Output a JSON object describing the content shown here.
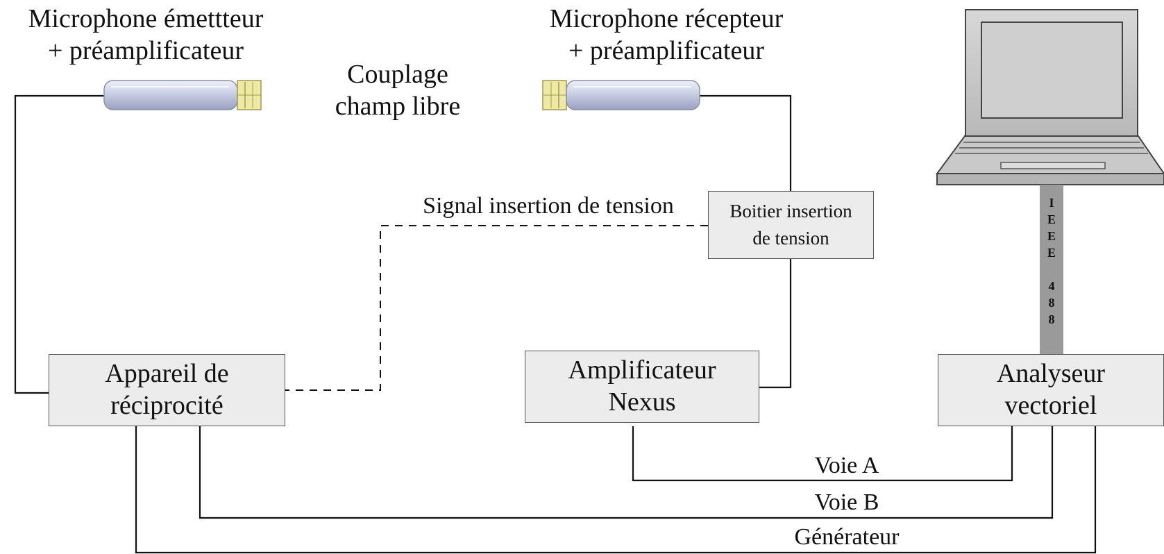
{
  "labels": {
    "emitter_line1": "Microphone émettteur",
    "emitter_line2": "+ préamplificateur",
    "receiver_line1": "Microphone récepteur",
    "receiver_line2": "+ préamplificateur",
    "coupling_line1": "Couplage",
    "coupling_line2": "champ libre",
    "signal_insertion": "Signal insertion de tension",
    "voie_a": "Voie A",
    "voie_b": "Voie B",
    "generateur": "Générateur"
  },
  "boxes": {
    "reciprocity": {
      "line1": "Appareil de",
      "line2": "réciprocité"
    },
    "nexus": {
      "line1": "Amplificateur",
      "line2": "Nexus"
    },
    "analyzer": {
      "line1": "Analyseur",
      "line2": "vectoriel"
    },
    "insertion": {
      "line1": "Boitier insertion",
      "line2": "de tension"
    }
  },
  "bus": {
    "chars": [
      "I",
      "E",
      "E",
      "E",
      "",
      "4",
      "8",
      "8"
    ]
  },
  "icons": [
    "microphone-emitter-icon",
    "microphone-receiver-icon",
    "laptop-icon"
  ],
  "colors": {
    "box_fill": "#ececec",
    "mic_body": "#c9cde2",
    "mic_grille": "#efe9a6",
    "bus": "#9a9a9a"
  }
}
